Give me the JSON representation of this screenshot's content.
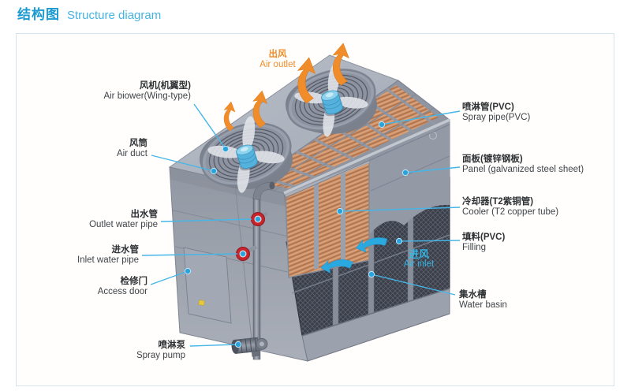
{
  "title": {
    "cn": "结构图",
    "en": "Structure diagram"
  },
  "labels": {
    "air_outlet": {
      "cn": "出风",
      "en": "Air outlet"
    },
    "blower": {
      "cn": "风机(机翼型)",
      "en": "Air biower(Wing-type)"
    },
    "air_duct": {
      "cn": "风筒",
      "en": "Air duct"
    },
    "outlet_pipe": {
      "cn": "出水管",
      "en": "Outlet water pipe"
    },
    "inlet_pipe": {
      "cn": "进水管",
      "en": "Inlet water pipe"
    },
    "access_door": {
      "cn": "检修门",
      "en": "Access door"
    },
    "spray_pump": {
      "cn": "喷淋泵",
      "en": "Spray pump"
    },
    "spray_pipe": {
      "cn": "喷淋管(PVC)",
      "en": "Spray pipe(PVC)"
    },
    "panel": {
      "cn": "面板(镀锌钢板)",
      "en": "Panel (galvanized steel sheet)"
    },
    "cooler": {
      "cn": "冷却器(T2紫铜管)",
      "en": "Cooler (T2 copper tube)"
    },
    "filling": {
      "cn": "填料(PVC)",
      "en": "Filling"
    },
    "water_basin": {
      "cn": "集水槽",
      "en": "Water basin"
    },
    "air_inlet": {
      "cn": "进风",
      "en": "Air inlet"
    }
  },
  "colors": {
    "title_accent": "#1b9ad2",
    "title_sub": "#45b4e2",
    "label_text": "#3f4449",
    "leader_line": "#45b6e8",
    "leader_dot": "#29a3de",
    "airflow_out_orange": "#f08c2a",
    "airflow_in_blue": "#29a9e0",
    "copper_coil": "#cf9168",
    "mesh_dark": "#3a3f4a",
    "body_gray": "#a0a6b1",
    "flange_red": "#c8242c",
    "motor_blue": "#54b2dc"
  }
}
